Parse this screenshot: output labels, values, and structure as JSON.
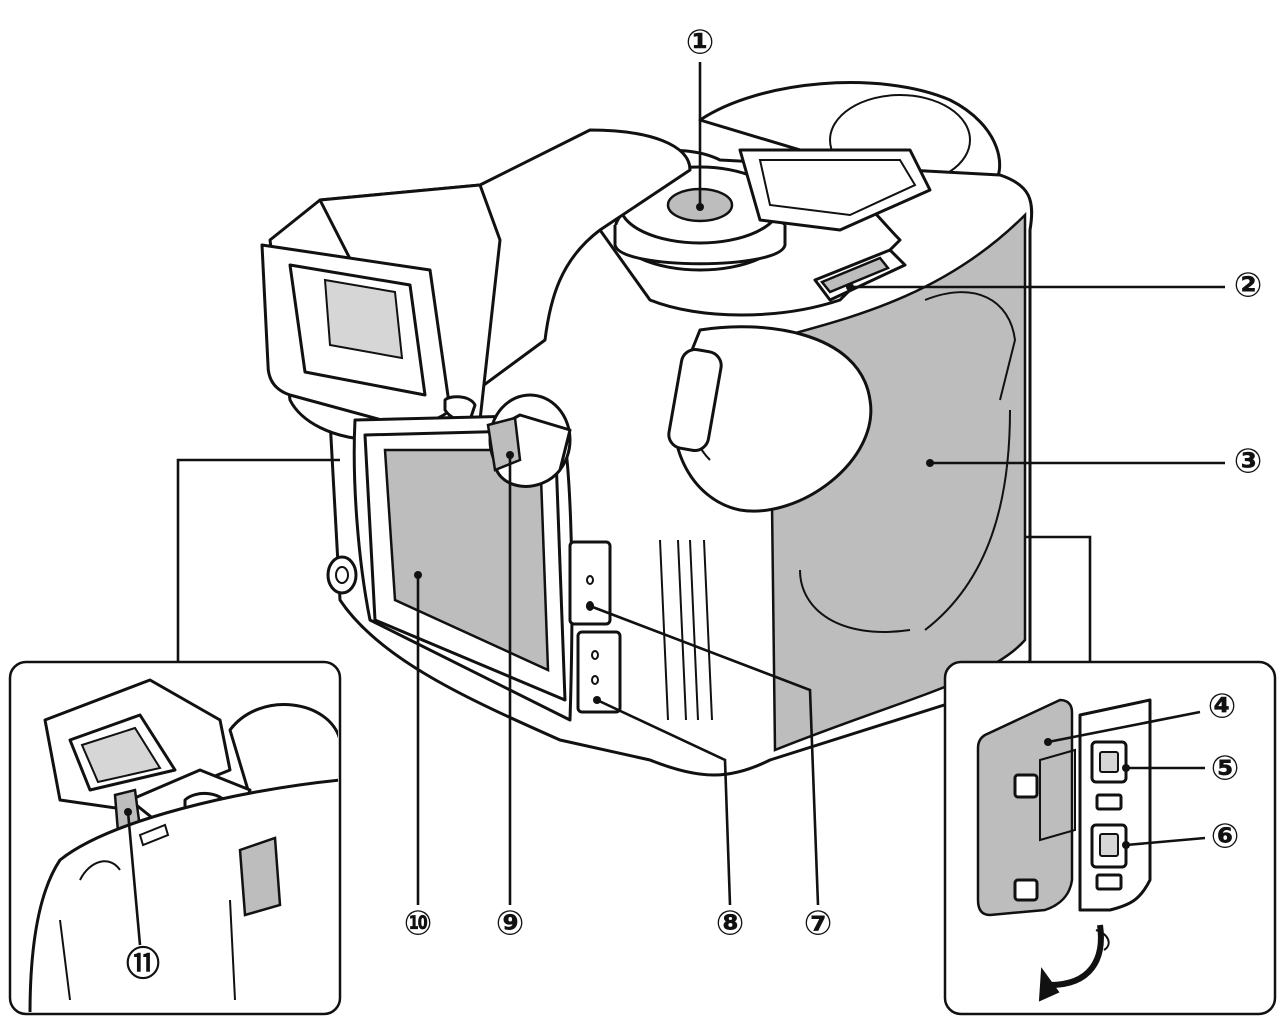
{
  "callouts": [
    {
      "id": "1",
      "label": "①"
    },
    {
      "id": "2",
      "label": "②"
    },
    {
      "id": "3",
      "label": "③"
    },
    {
      "id": "4",
      "label": "④"
    },
    {
      "id": "5",
      "label": "⑤"
    },
    {
      "id": "6",
      "label": "⑥"
    },
    {
      "id": "7",
      "label": "⑦"
    },
    {
      "id": "8",
      "label": "⑧"
    },
    {
      "id": "9",
      "label": "⑨"
    },
    {
      "id": "10",
      "label": "⑩"
    },
    {
      "id": "11",
      "label": "⑪"
    }
  ],
  "colors": {
    "line": "#111111",
    "panel_fill": "#bdbdbd",
    "background": "#ffffff"
  }
}
